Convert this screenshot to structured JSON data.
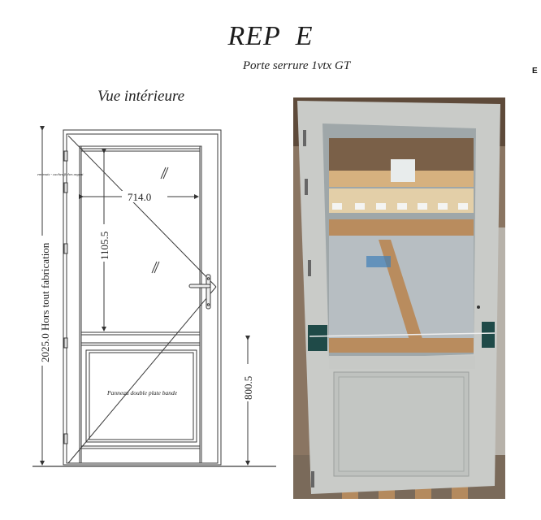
{
  "header": {
    "reference": "REP",
    "reference_letter": "E",
    "subtitle": "Porte serrure 1vtx GT",
    "corner_letter": "E"
  },
  "drawing": {
    "view_label": "Vue intérieure",
    "hardware_note": "embouts - caches fiches argent",
    "dimensions": {
      "overall_height": "2025.0 Hors tout fabrication",
      "glass_width": "714.0",
      "glass_height": "1105.5",
      "panel_height": "800.5"
    },
    "panel_label": "Panneau double plate bande",
    "colors": {
      "line": "#3a3a3a",
      "background": "#ffffff"
    }
  },
  "photo": {
    "subject": "door-photo",
    "frame_color": "#c9cbc8",
    "strap_color": "#1f4a48",
    "wood_color": "#b98c5e"
  }
}
